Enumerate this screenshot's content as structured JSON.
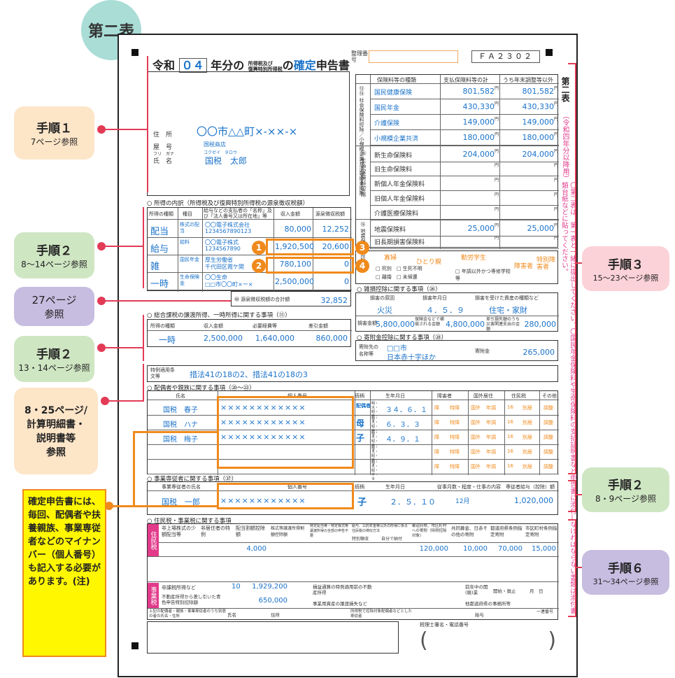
{
  "badge": "第二表",
  "form": {
    "title_prefix": "令和",
    "year": "０４",
    "title_mid": "年分の",
    "tax_small_1": "所得税及び",
    "tax_small_2": "復興特別所得税",
    "title_no": "の",
    "kakutei": "確定",
    "title_end": "申告書",
    "seiri_label": "整理番号",
    "code": "ＦＡ２３０２",
    "side_label": "第二表",
    "side_note": "（令和四年分以降用）",
    "address_label": "住　所",
    "yago_label": "屋　号",
    "name_label": "氏　名",
    "furigana_label": "フリ　ガナ",
    "address": "〇〇市△△町×-××-×",
    "yago": "国税商店",
    "name_kana": "コクゼイ　タロウ",
    "name": "国税　太郎"
  },
  "insurance": {
    "header_type": "保険料等の種類",
    "header_paid": "支払保険料等の計",
    "header_year_end": "うち年末調整等以外",
    "section_social": "⑬⑭ 社会保険料控除／小規模企業共済等掛金控除",
    "section_life": "⑮ 生命保険料控除",
    "section_quake": "⑯ 地震保険料控除",
    "rows": [
      {
        "type": "国民健康保険",
        "paid": "801,582",
        "other": "801,582"
      },
      {
        "type": "国民年金",
        "paid": "430,330",
        "other": "430,330"
      },
      {
        "type": "介護保険",
        "paid": "149,000",
        "other": "149,000"
      },
      {
        "type": "小規模企業共済",
        "paid": "180,000",
        "other": "180,000"
      }
    ],
    "life_rows": [
      {
        "type": "新生命保険料",
        "paid": "204,000",
        "other": "204,000"
      },
      {
        "type": "旧生命保険料",
        "paid": "",
        "other": ""
      },
      {
        "type": "新個人年金保険料",
        "paid": "",
        "other": ""
      },
      {
        "type": "旧個人年金保険料",
        "paid": "",
        "other": ""
      },
      {
        "type": "介護医療保険料",
        "paid": "",
        "other": ""
      }
    ],
    "quake_rows": [
      {
        "type": "地震保険料",
        "paid": "25,000",
        "other": "25,000"
      },
      {
        "type": "旧長期損害保険料",
        "paid": "",
        "other": ""
      }
    ],
    "yen": "円"
  },
  "personal": {
    "widow": "寡婦",
    "hitori": "ひとり親",
    "student": "勤労学生",
    "disabled": "障害者",
    "special_disabled": "特別障害者",
    "death": "□ 死別　□ 生死不明",
    "divorce": "□ 離婚　□ 未帰還",
    "school": "□ 年調以外かつ専修学校等"
  },
  "income_detail": {
    "heading": "○ 所得の内訳（所得税及び復興特別所得税の源泉徴収税額）",
    "col_kind": "所得の種類",
    "col_item": "種目",
    "col_payer": "給与などの支払者の「名称」及び「法人番号又は所在地」等",
    "col_amount": "収入金額",
    "col_tax": "源泉徴収税額",
    "rows": [
      {
        "kind": "配当",
        "item": "株式の配当",
        "payer1": "〇〇電子株式会社",
        "payer2": "1234567890123",
        "amount": "80,000",
        "tax": "12,252"
      },
      {
        "kind": "給与",
        "item": "給料",
        "payer1": "〇〇電子株式",
        "payer2": "1234567890",
        "amount": "1,920,500",
        "tax": "20,600"
      },
      {
        "kind": "雑",
        "item": "国民年金",
        "payer1": "厚生労働省",
        "payer2": "千代田区霞ケ関",
        "amount": "780,100",
        "tax": "0"
      },
      {
        "kind": "一時",
        "item": "生命保険金",
        "payer1": "〇〇生命",
        "payer2": "□□市〇〇町×ー×",
        "amount": "2,500,000",
        "tax": "0"
      }
    ],
    "total_label": "㊽ 源泉徴収税額の合計額",
    "total": "32,852"
  },
  "disaster": {
    "heading": "○ 雑損控除に関する事項（㉖）",
    "col_cause": "損害の原因",
    "col_date": "損害年月日",
    "col_asset": "損害を受けた資産の種類など",
    "cause": "火災",
    "date": "４．５．９",
    "asset": "住宅・家財",
    "loss_label": "損害金額",
    "loss": "5,800,000",
    "ins_label": "保険金などで補塡される金額",
    "ins": "4,800,000",
    "exp_label": "差引損失額のうち災害関連支出の金額",
    "exp": "280,000"
  },
  "donation": {
    "heading": "○ 寄附金控除に関する事項（㉘）",
    "label": "寄附先の名称等",
    "name1": "□□市",
    "name2": "日本赤十字ほか",
    "amount_label": "寄附金",
    "amount": "265,000"
  },
  "transfer": {
    "heading": "○ 総合課税の譲渡所得、一時所得に関する事項（⑪）",
    "col_kind": "所得の種類",
    "col_income": "収入金額",
    "col_expense": "必要経費等",
    "col_diff": "差引金額",
    "kind": "一時",
    "income": "2,500,000",
    "expense": "1,640,000",
    "diff": "860,000"
  },
  "special": {
    "label": "特例適用条文等",
    "text": "措法41の18の2、措法41の18の3"
  },
  "family": {
    "heading": "○ 配偶者や親族に関する事項（⑳〜㉓）",
    "col_name": "氏名",
    "col_mynumber": "個人番号",
    "col_relation": "続柄",
    "col_birth": "生年月日",
    "col_disabled": "障害者",
    "col_abroad": "国外居住",
    "col_resident": "住民税",
    "col_other": "その他",
    "mask": "××××××××××××",
    "rows": [
      {
        "name": "国税　春子",
        "relation": "配偶者",
        "era": "明・大・昭・平・令",
        "birth": "３４．６．１"
      },
      {
        "name": "国税　ハナ",
        "relation": "母",
        "era": "明・大・昭・平・令",
        "birth": "６．３．３"
      },
      {
        "name": "国税　梅子",
        "relation": "子",
        "era": "明・大・昭・平・令",
        "birth": "４．９．１"
      }
    ],
    "opt_disabled": "障",
    "opt_special": "特障",
    "opt_abroad": "国外",
    "opt_nencho": "年調",
    "opt_16": "16",
    "opt_betsu": "別居",
    "opt_chosei": "調整"
  },
  "employee": {
    "heading": "○ 事業専従者に関する事項（㊲）",
    "col_name": "事業専従者の氏名",
    "col_mynumber": "個人番号",
    "col_relation": "続柄",
    "col_birth": "生年月日",
    "col_work": "従事月数・程度・仕事の内容",
    "col_salary": "専従者給与（控除）額",
    "name": "国税　一郎",
    "relation": "子",
    "birth": "２．５．１０",
    "months": "12月",
    "salary": "1,020,000"
  },
  "resident": {
    "heading": "○ 住民税・事業税に関する事項",
    "tag": "住民税",
    "col1": "非上場株式の少額配当等",
    "col2": "非居住者の特例",
    "col3": "配当割額控除額",
    "col4": "株式等譲渡所得割額控除額",
    "col5": "特定配当等・特定株式等譲渡所得の全部の申告不要",
    "col6": "給与、公的年金等以外の所得に係る住民税の徴収方法",
    "col7": "都道府県、市区町村への寄附（特例控除対象）",
    "col8": "共同募金、日赤その他の寄附",
    "col9": "都道府県条例指定寄附",
    "col10": "市区町村条例指定寄附",
    "tokubetsu": "特別徴収",
    "jibun": "自分で納付",
    "haitou": "4,000",
    "kifu_pref": "120,000",
    "kifu_kyodo": "10,000",
    "kifu_to": "70,000",
    "kifu_shi": "15,000",
    "tag2": "事業税",
    "hikazei": "非課税所得など",
    "hikazei_no": "10",
    "hikazei_amt": "1,929,200",
    "aoiro": "不動産所得から差し引いた青色申告特別控除額",
    "aoiro_amt": "650,000",
    "loss_carry": "損益通算の特例適用前の不動産所得",
    "bizasset": "事業用資産の譲渡損失など",
    "prev_year": "前年中の開(廃)業",
    "open_close": "開始・廃止",
    "month_day": "月　日",
    "other_pref": "他都道府県の事務所等",
    "bottom_note1": "上記の配偶者・親族・事業専従者のうち別居の者の氏名・住所",
    "bottom_addr": "住所",
    "bottom_name": "氏名",
    "bottom_note2": "所得税で控除対象配偶者などとした専従者",
    "bottom_kyuyo": "給与",
    "bottom_ichiren": "一連番号",
    "tax_accountant": "税理士署名・電話番号"
  },
  "callouts": [
    {
      "big": "手順１",
      "sub": "7ページ参照"
    },
    {
      "big": "手順２",
      "sub": "8〜14ページ参照"
    },
    {
      "big": "27ページ",
      "sub": "参照"
    },
    {
      "big": "手順２",
      "sub": "13・14ページ参照"
    },
    {
      "line1": "8・25ページ/",
      "line2": "計算明細書・",
      "line3": "説明書等",
      "line4": "参照"
    },
    {
      "big": "手順３",
      "sub": "15〜23ページ参照"
    },
    {
      "big": "手順２",
      "sub": "8・9ページ参照"
    },
    {
      "big": "手順６",
      "sub": "31〜34ページ参照"
    }
  ],
  "markers": [
    "1",
    "2",
    "3",
    "4"
  ],
  "right_note": "〇第二表は、第一表と一緒に提出してください。〇国民年金保険料や生命保険料の支払証明書など申告書に添付しなければならない書類は添付書類台紙などに貼ってください。",
  "note_text": "確定申告書には、毎回、配偶者や扶養親族、事業専従者などのマイナンバー（個人番号）も記入する必要があります。(注)",
  "colors": {
    "red": "#e23b56",
    "orange": "#f08a1c",
    "blue": "#1a72c9",
    "pink": "#e23b8b",
    "teal": "#a9ddd6"
  }
}
